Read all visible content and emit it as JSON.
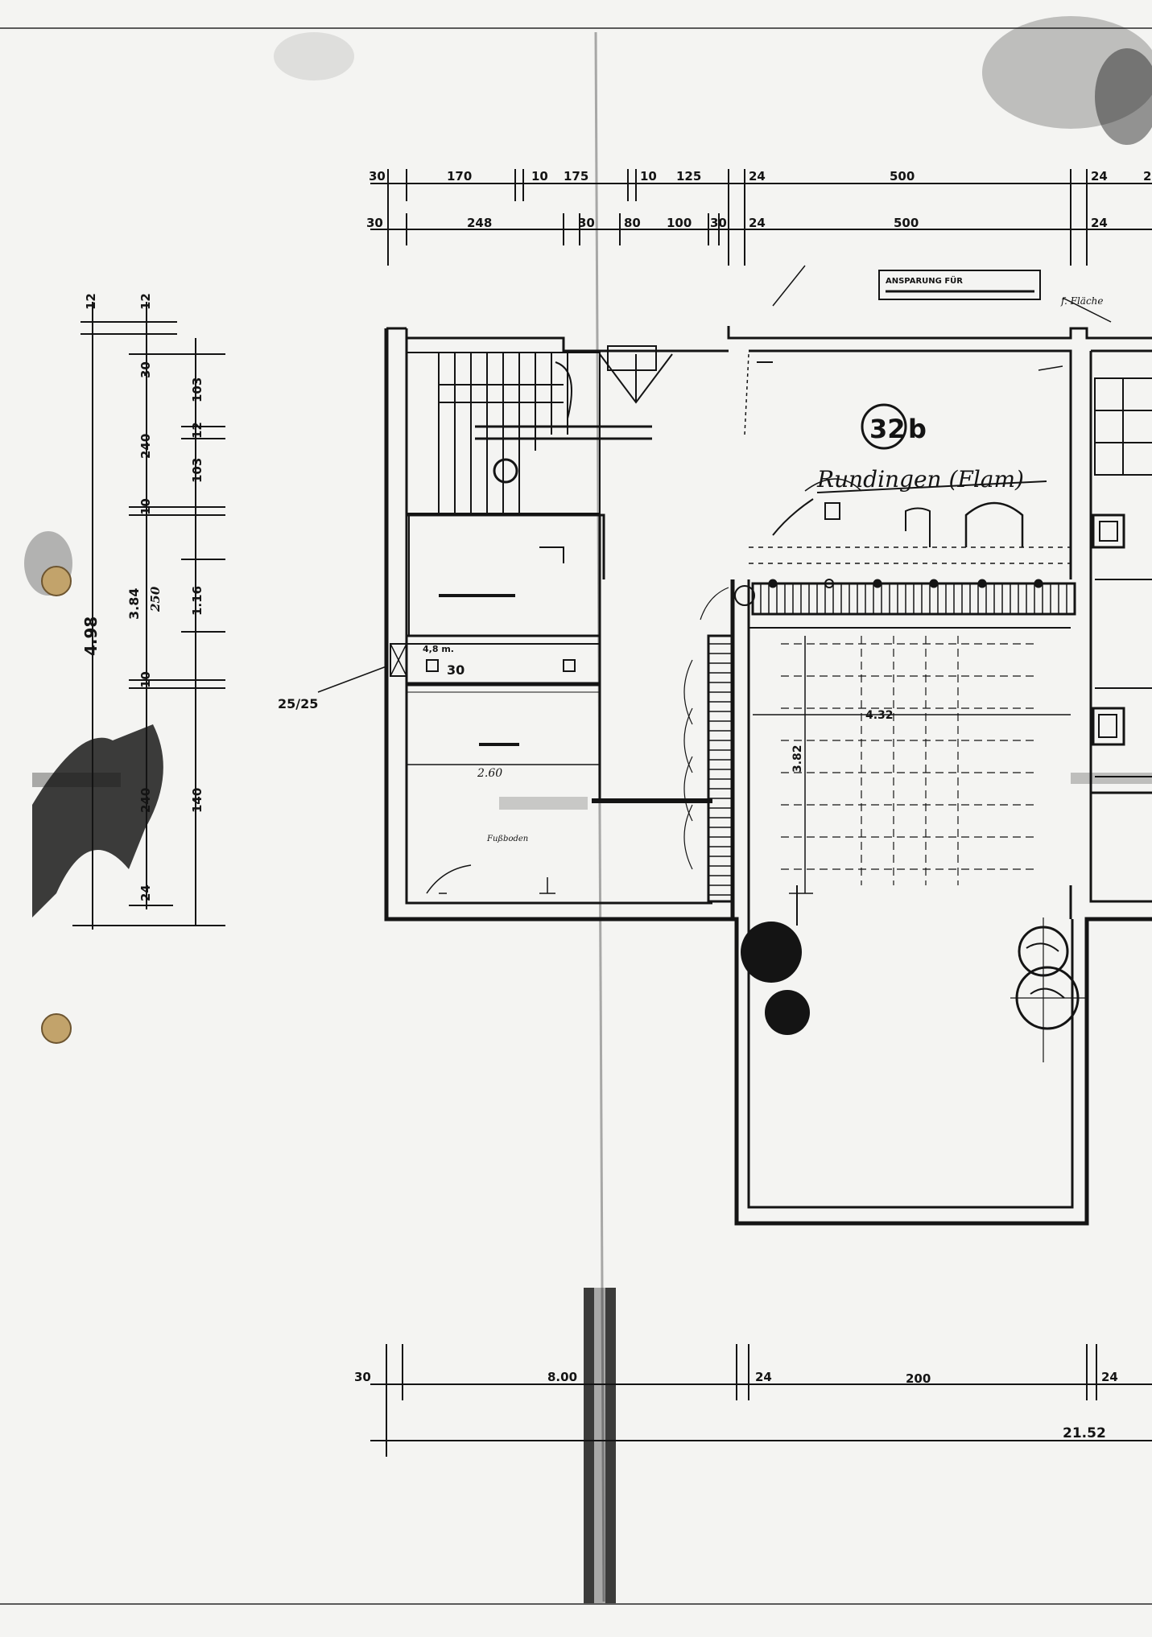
{
  "plan": {
    "room_number": "32",
    "room_suffix": "b",
    "room_name": "Rundingen (Flam)",
    "column_label": "25/25",
    "note_top_box": "ANSPARUNG FÜR",
    "note_top_right": "f. Fläche",
    "inner_dim_432": "4.32",
    "inner_dim_382": "3.82",
    "room_dim_260": "2.60",
    "small_label_30": "30",
    "small_label_a": "4,8 m.",
    "stair_label": "Fußboden"
  },
  "dims": {
    "top_row1": [
      "30",
      "170",
      "10",
      "175",
      "10",
      "125",
      "24",
      "500",
      "24",
      "2"
    ],
    "top_row2": [
      "30",
      "248",
      "30",
      "80",
      "100",
      "30",
      "24",
      "500",
      "24"
    ],
    "left_outer": [
      "12",
      "12"
    ],
    "left_col1": [
      "30",
      "240",
      "10",
      "250",
      "10",
      "240",
      "24"
    ],
    "left_total": "4.98",
    "left_col2": [
      "103",
      "12",
      "103",
      "1.16",
      "140"
    ],
    "left_384": "3.84",
    "bottom_row1": [
      "30",
      "8.00",
      "24",
      "200",
      "24"
    ],
    "bottom_total": "21.52"
  },
  "colors": {
    "ink": "#141414",
    "paper": "#f4f4f2",
    "frame": "#5a5a5a"
  }
}
